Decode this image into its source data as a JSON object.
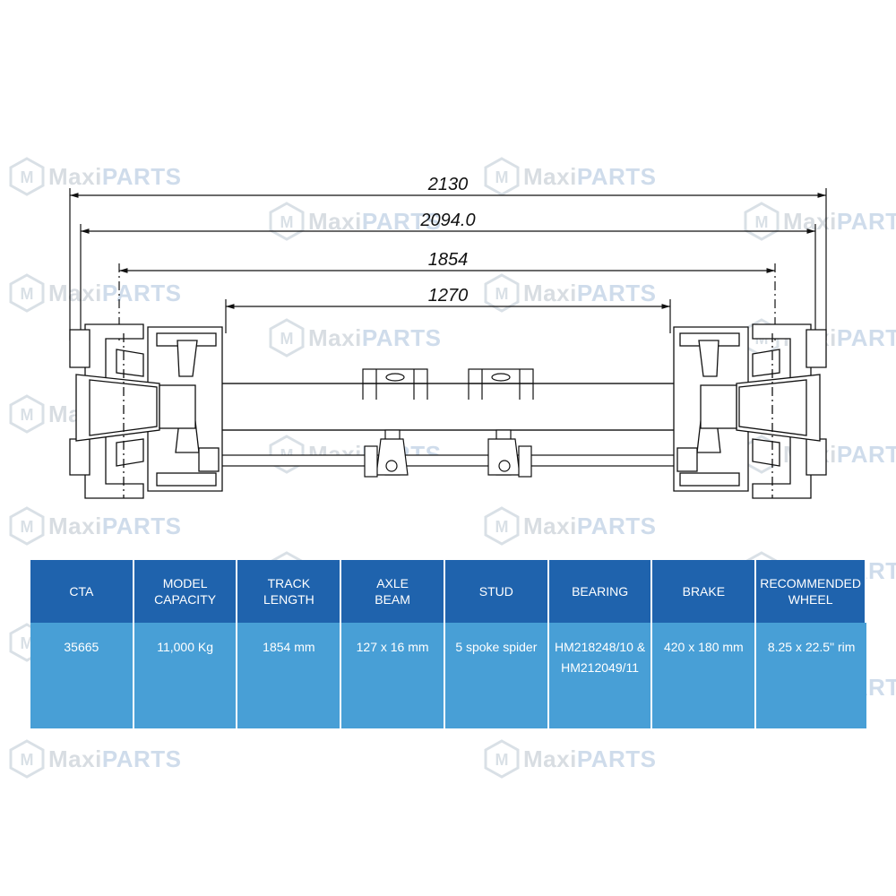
{
  "brand": {
    "maxi": "Maxi",
    "parts": "PARTS",
    "accent": "#1f63ad"
  },
  "dimensions": [
    "2130",
    "2094.0",
    "1854",
    "1270"
  ],
  "table": {
    "headers": [
      "CTA",
      "MODEL\nCAPACITY",
      "TRACK\nLENGTH",
      "AXLE\nBEAM",
      "STUD",
      "BEARING",
      "BRAKE",
      "RECOMMENDED\nWHEEL"
    ],
    "row": [
      "35665",
      "11,000 Kg",
      "1854 mm",
      "127 x 16 mm",
      "5 spoke spider",
      "HM218248/10 &\nHM212049/11",
      "420 x 180 mm",
      "8.25 x 22.5\" rim"
    ]
  },
  "colors": {
    "header_bg": "#1f63ad",
    "row_bg": "#489fd6",
    "line": "#111111"
  }
}
